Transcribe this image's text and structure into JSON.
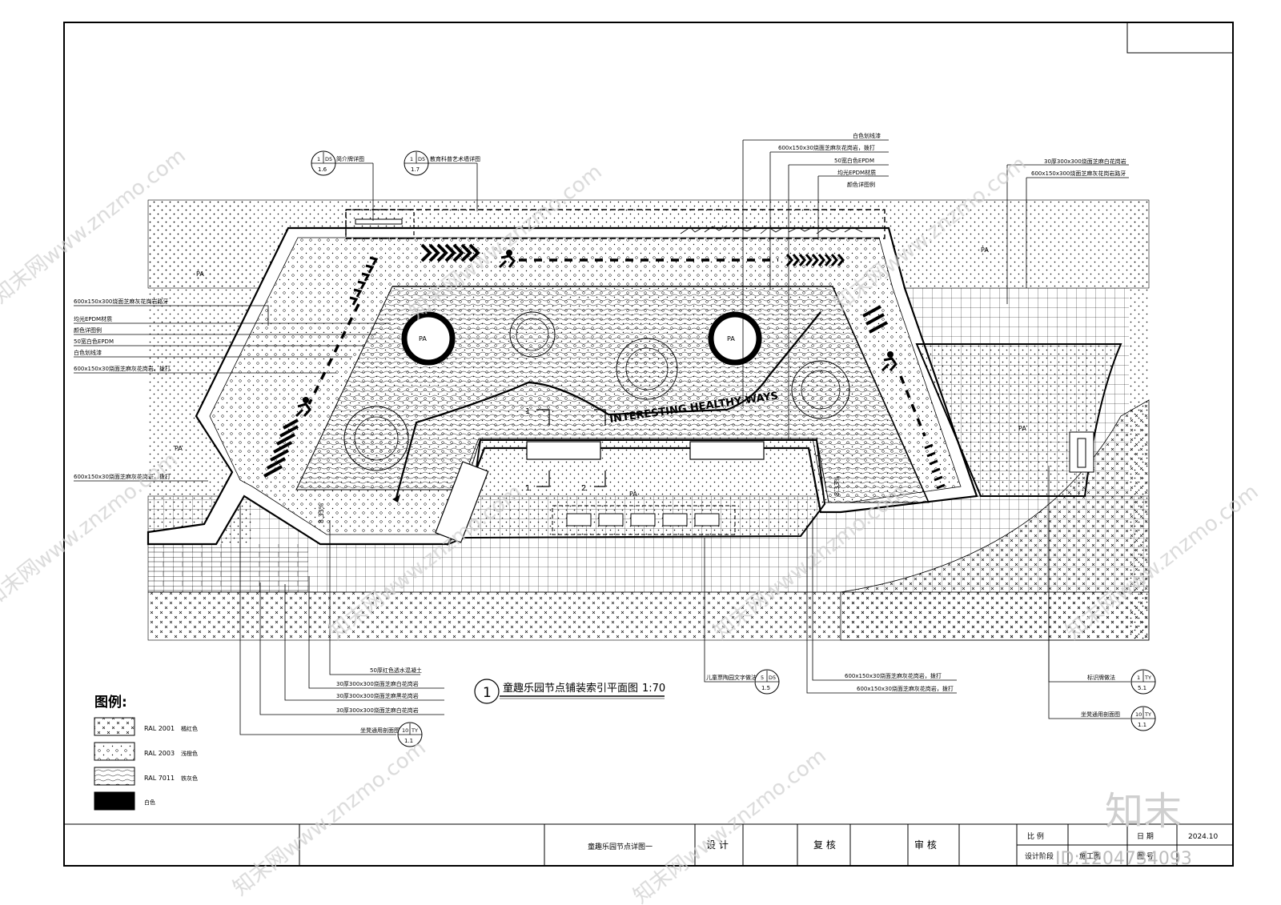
{
  "drawing": {
    "title_line": "童趣乐园节点铺装索引平面图",
    "scale": "1:70",
    "index_number": "1",
    "slogan": "INTERESTING HEALTHY WAYS",
    "area_label": "PA"
  },
  "callouts_top": {
    "c1_label": "简介牌详图",
    "c1_top": "1",
    "c1_sheet": "D5",
    "c1_bottom": "1.6",
    "c2_label": "教育科普艺术墙详图",
    "c2_top": "1",
    "c2_sheet": "D5",
    "c2_bottom": "1.7",
    "mid_1": "白色划线漆",
    "mid_2": "600x150x30烧面芝麻灰花岗岩，拨打",
    "mid_3": "50宽白色EPDM",
    "mid_4": "均光EPDM材质",
    "mid_5": "颜色详图例",
    "right_1": "30厚300x300烧面芝麻白花岗岩",
    "right_2": "600x150x300烧面芝麻灰花岗岩路牙"
  },
  "callouts_left": {
    "l1": "600x150x300烧面芝麻灰花岗岩路牙",
    "l2": "均光EPDM材质",
    "l3": "颜色详图例",
    "l4": "50宽白色EPDM",
    "l5": "白色划线漆",
    "l6": "600x150x30烧面芝麻灰花岗岩，拨打",
    "l7": "600x150x30烧面芝麻灰花岗岩，拨打"
  },
  "callouts_bottom": {
    "b1": "50厚红色透水混凝土",
    "b2": "30厚300x300烧面芝麻白花岗岩",
    "b3": "30厚300x300烧面芝麻黑花岗岩",
    "b4": "30厚300x300烧面芝麻白花岗岩",
    "b5": "坐凳通用剖面图",
    "b5_top": "10",
    "b5_sheet": "TY",
    "b5_bottom": "1.1",
    "b6": "儿童票陶园文字做法",
    "b6_top": "5",
    "b6_sheet": "D5",
    "b6_bottom": "1.5",
    "b7": "600x150x30烧面芝麻灰花岗岩，拨打",
    "b8": "600x150x30烧面芝麻灰花岗岩，拨打",
    "b9": "标识牌做法",
    "b9_top": "1",
    "b9_sheet": "TY",
    "b9_bottom": "5.1",
    "b10": "坐凳通用剖面图",
    "b10_top": "10",
    "b10_sheet": "TY",
    "b10_bottom": "1.1"
  },
  "dimensions": {
    "d1": "8.33%",
    "d2": "8.33%"
  },
  "section_marks": [
    "1",
    "1",
    "2"
  ],
  "legend": {
    "title": "图例:",
    "items": [
      {
        "code": "RAL 2001",
        "name": "橘红色"
      },
      {
        "code": "RAL 2003",
        "name": "浅橙色"
      },
      {
        "code": "RAL 7011",
        "name": "铁灰色"
      },
      {
        "code": "",
        "name": "白色"
      }
    ]
  },
  "title_block": {
    "drawing_name": "童趣乐园节点详图一",
    "design": "设 计",
    "check": "复 核",
    "review": "审 核",
    "scale_label": "比  例",
    "date_label": "日  期",
    "date_value": "2024.10",
    "stage_label": "设计阶段",
    "stage_value": "施工图",
    "sheet_label": "图  号"
  },
  "watermark": {
    "text": "知末网www.znzmo.com",
    "logo": "知末",
    "id": "ID:1204734093"
  },
  "colors": {
    "line": "#000000",
    "paper": "#ffffff",
    "watermark": "#cfcfcf"
  }
}
